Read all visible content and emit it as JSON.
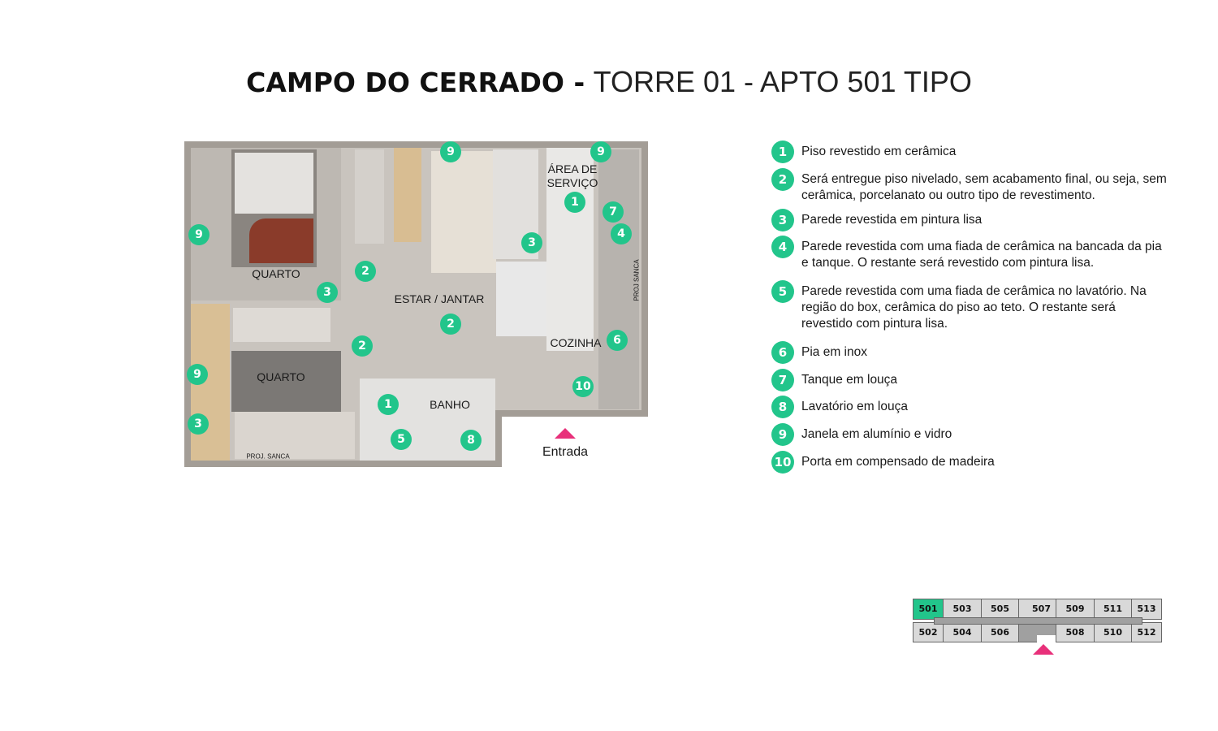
{
  "title": {
    "bold": "CAMPO DO CERRADO -",
    "light": "TORRE 01 - APTO 501 TIPO"
  },
  "colors": {
    "marker": "#22c58b",
    "entrance": "#e8307a",
    "highlight_unit": "#22c58b"
  },
  "plan": {
    "rooms": {
      "quarto1": "QUARTO",
      "estar": "ESTAR / JANTAR",
      "area_servico_1": "ÁREA DE",
      "area_servico_2": "SERVIÇO",
      "cozinha": "COZINHA",
      "quarto2": "QUARTO",
      "banho": "BANHO",
      "proj_sanca_1": "PROJ. SANCA",
      "proj_sanca_2": "PROJ SANCA"
    },
    "markers": [
      "9",
      "9",
      "1",
      "7",
      "4",
      "3",
      "9",
      "2",
      "3",
      "2",
      "2",
      "6",
      "9",
      "10",
      "1",
      "3",
      "5",
      "8"
    ],
    "entrance_label": "Entrada"
  },
  "legend": [
    {
      "n": "1",
      "text": "Piso revestido em cerâmica"
    },
    {
      "n": "2",
      "text": "Será entregue piso nivelado, sem acabamento final, ou seja, sem cerâmica, porcelanato ou outro tipo de revestimento."
    },
    {
      "n": "3",
      "text": "Parede revestida em pintura lisa"
    },
    {
      "n": "4",
      "text": "Parede revestida com uma fiada de cerâmica na bancada da pia e tanque. O restante será revestido com pintura lisa."
    },
    {
      "n": "5",
      "text": "Parede revestida com uma fiada de cerâmica no lavatório. Na região do box, cerâmica do piso ao teto. O restante será revestido com pintura lisa."
    },
    {
      "n": "6",
      "text": "Pia em inox"
    },
    {
      "n": "7",
      "text": "Tanque em louça"
    },
    {
      "n": "8",
      "text": "Lavatório em louça"
    },
    {
      "n": "9",
      "text": "Janela em alumínio e vidro"
    },
    {
      "n": "10",
      "text": "Porta em compensado de madeira"
    }
  ],
  "key_plan": {
    "top": [
      "501",
      "503",
      "505",
      "507",
      "509",
      "511",
      "513"
    ],
    "bottom": [
      "502",
      "504",
      "506",
      "508",
      "510",
      "512"
    ],
    "selected": "501"
  }
}
